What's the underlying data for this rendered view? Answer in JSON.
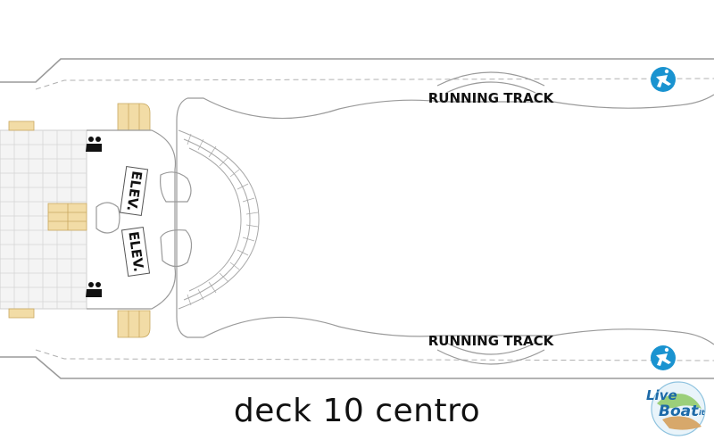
{
  "title": "deck 10 centro",
  "labels": {
    "running_track_top": "RUNNING TRACK",
    "running_track_bottom": "RUNNING TRACK",
    "elevator_1": "ELEV.",
    "elevator_2": "ELEV."
  },
  "icons": {
    "restroom": "restroom-figure-icon",
    "track_marker": "running-figure-icon"
  },
  "logo": {
    "line1": "Live",
    "line2": "Boat",
    "suffix": ".it"
  },
  "colors": {
    "line": "#9a9a9a",
    "stairs": "#f2dca6",
    "stairs_line": "#c8a860",
    "track_icon": "#1a93d0",
    "text": "#111111"
  }
}
